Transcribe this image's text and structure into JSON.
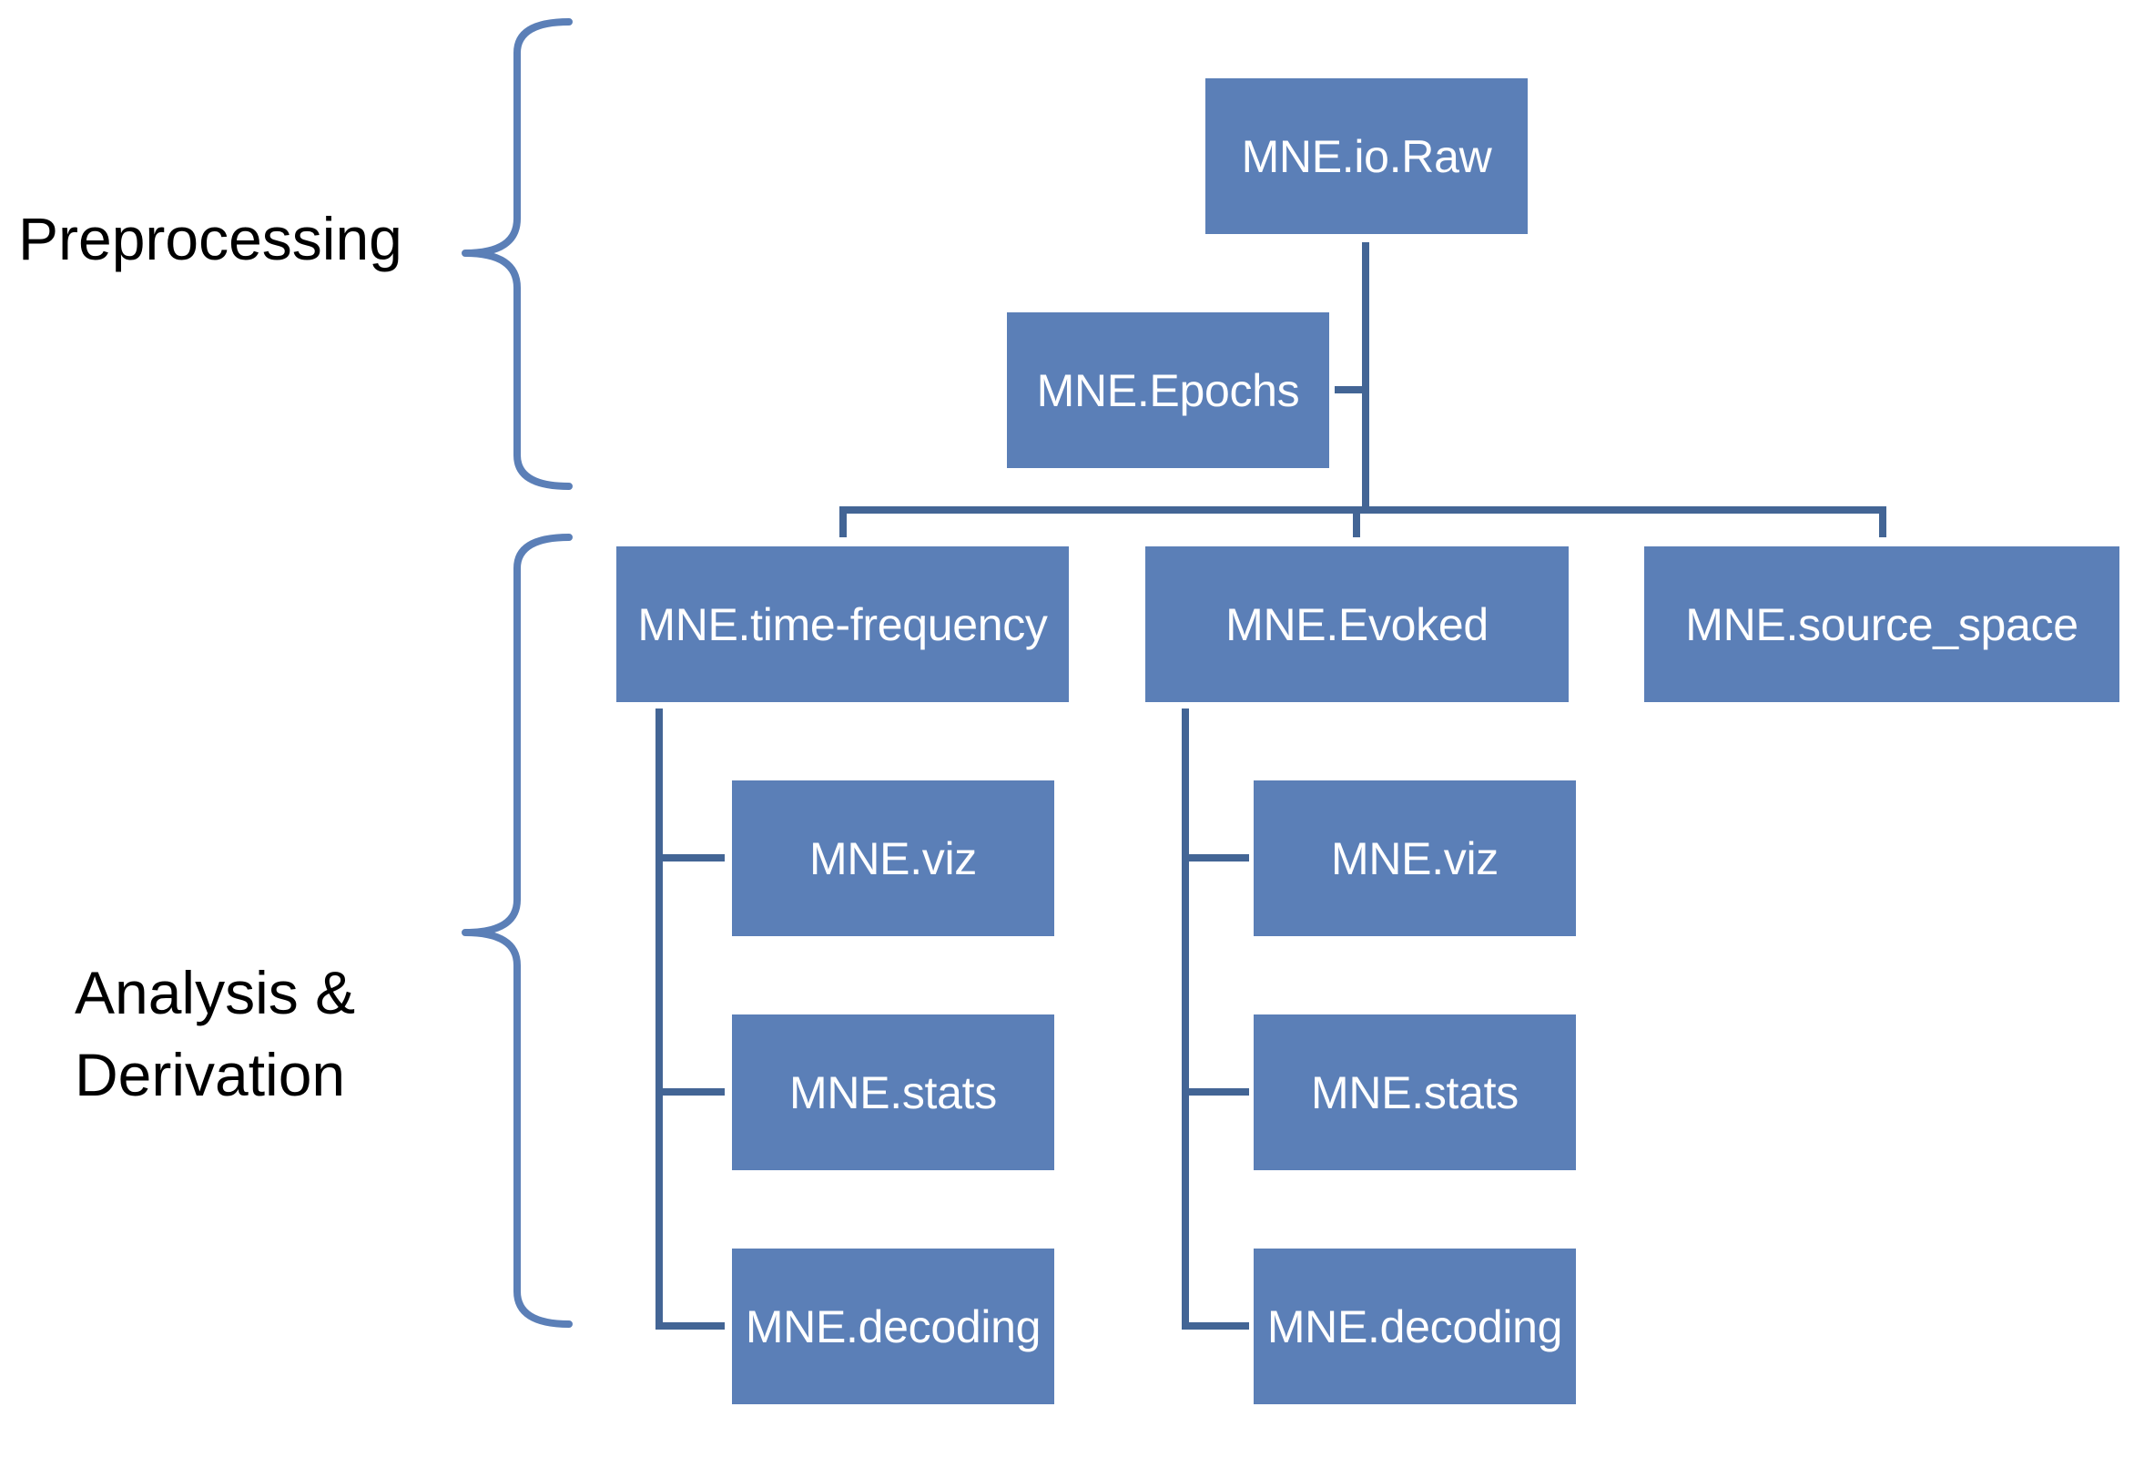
{
  "colors": {
    "node_fill": "#5b7fb7",
    "node_text": "#ffffff",
    "connector": "#436595",
    "brace": "#5b7fb7",
    "label_text": "#000000"
  },
  "sections": {
    "preprocessing": "Preprocessing",
    "analysis": "Analysis &\nDerivation"
  },
  "nodes": {
    "raw": "MNE.io.Raw",
    "epochs": "MNE.Epochs",
    "time_frequency": "MNE.time-frequency",
    "evoked": "MNE.Evoked",
    "source_space": "MNE.source_space",
    "tf_viz": "MNE.viz",
    "tf_stats": "MNE.stats",
    "tf_decoding": "MNE.decoding",
    "ev_viz": "MNE.viz",
    "ev_stats": "MNE.stats",
    "ev_decoding": "MNE.decoding"
  }
}
